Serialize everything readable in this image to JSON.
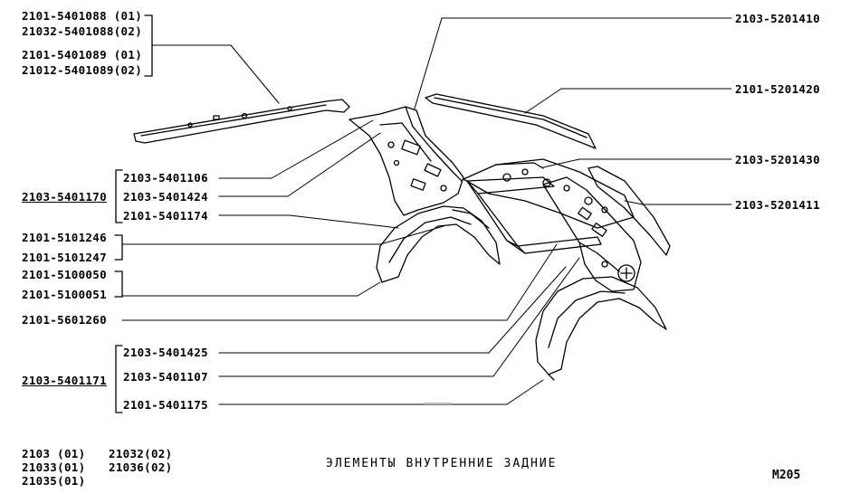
{
  "labels": {
    "top_left": [
      "2101-5401088 (01)",
      "21032-5401088(02)",
      "2101-5401089 (01)",
      "21012-5401089(02)"
    ],
    "right": [
      "2103-5201410",
      "2101-5201420",
      "2103-5201430",
      "2103-5201411"
    ],
    "group1_parent": "2103-5401170",
    "group1": [
      "2103-5401106",
      "2103-5401424",
      "2101-5401174"
    ],
    "pair1": [
      "2101-5101246",
      "2101-5101247"
    ],
    "pair2": [
      "2101-5100050",
      "2101-5100051"
    ],
    "single": "2101-5601260",
    "group2_parent": "2103-5401171",
    "group2": [
      "2103-5401425",
      "2103-5401107",
      "2101-5401175"
    ]
  },
  "models": {
    "col1": [
      "2103 (01)",
      "21033(01)",
      "21035(01)"
    ],
    "col2": [
      "21032(02)",
      "21036(02)"
    ]
  },
  "caption": "ЭЛЕМЕНТЫ ВНУТРЕННИЕ ЗАДНИЕ",
  "drawing_code": "M205"
}
